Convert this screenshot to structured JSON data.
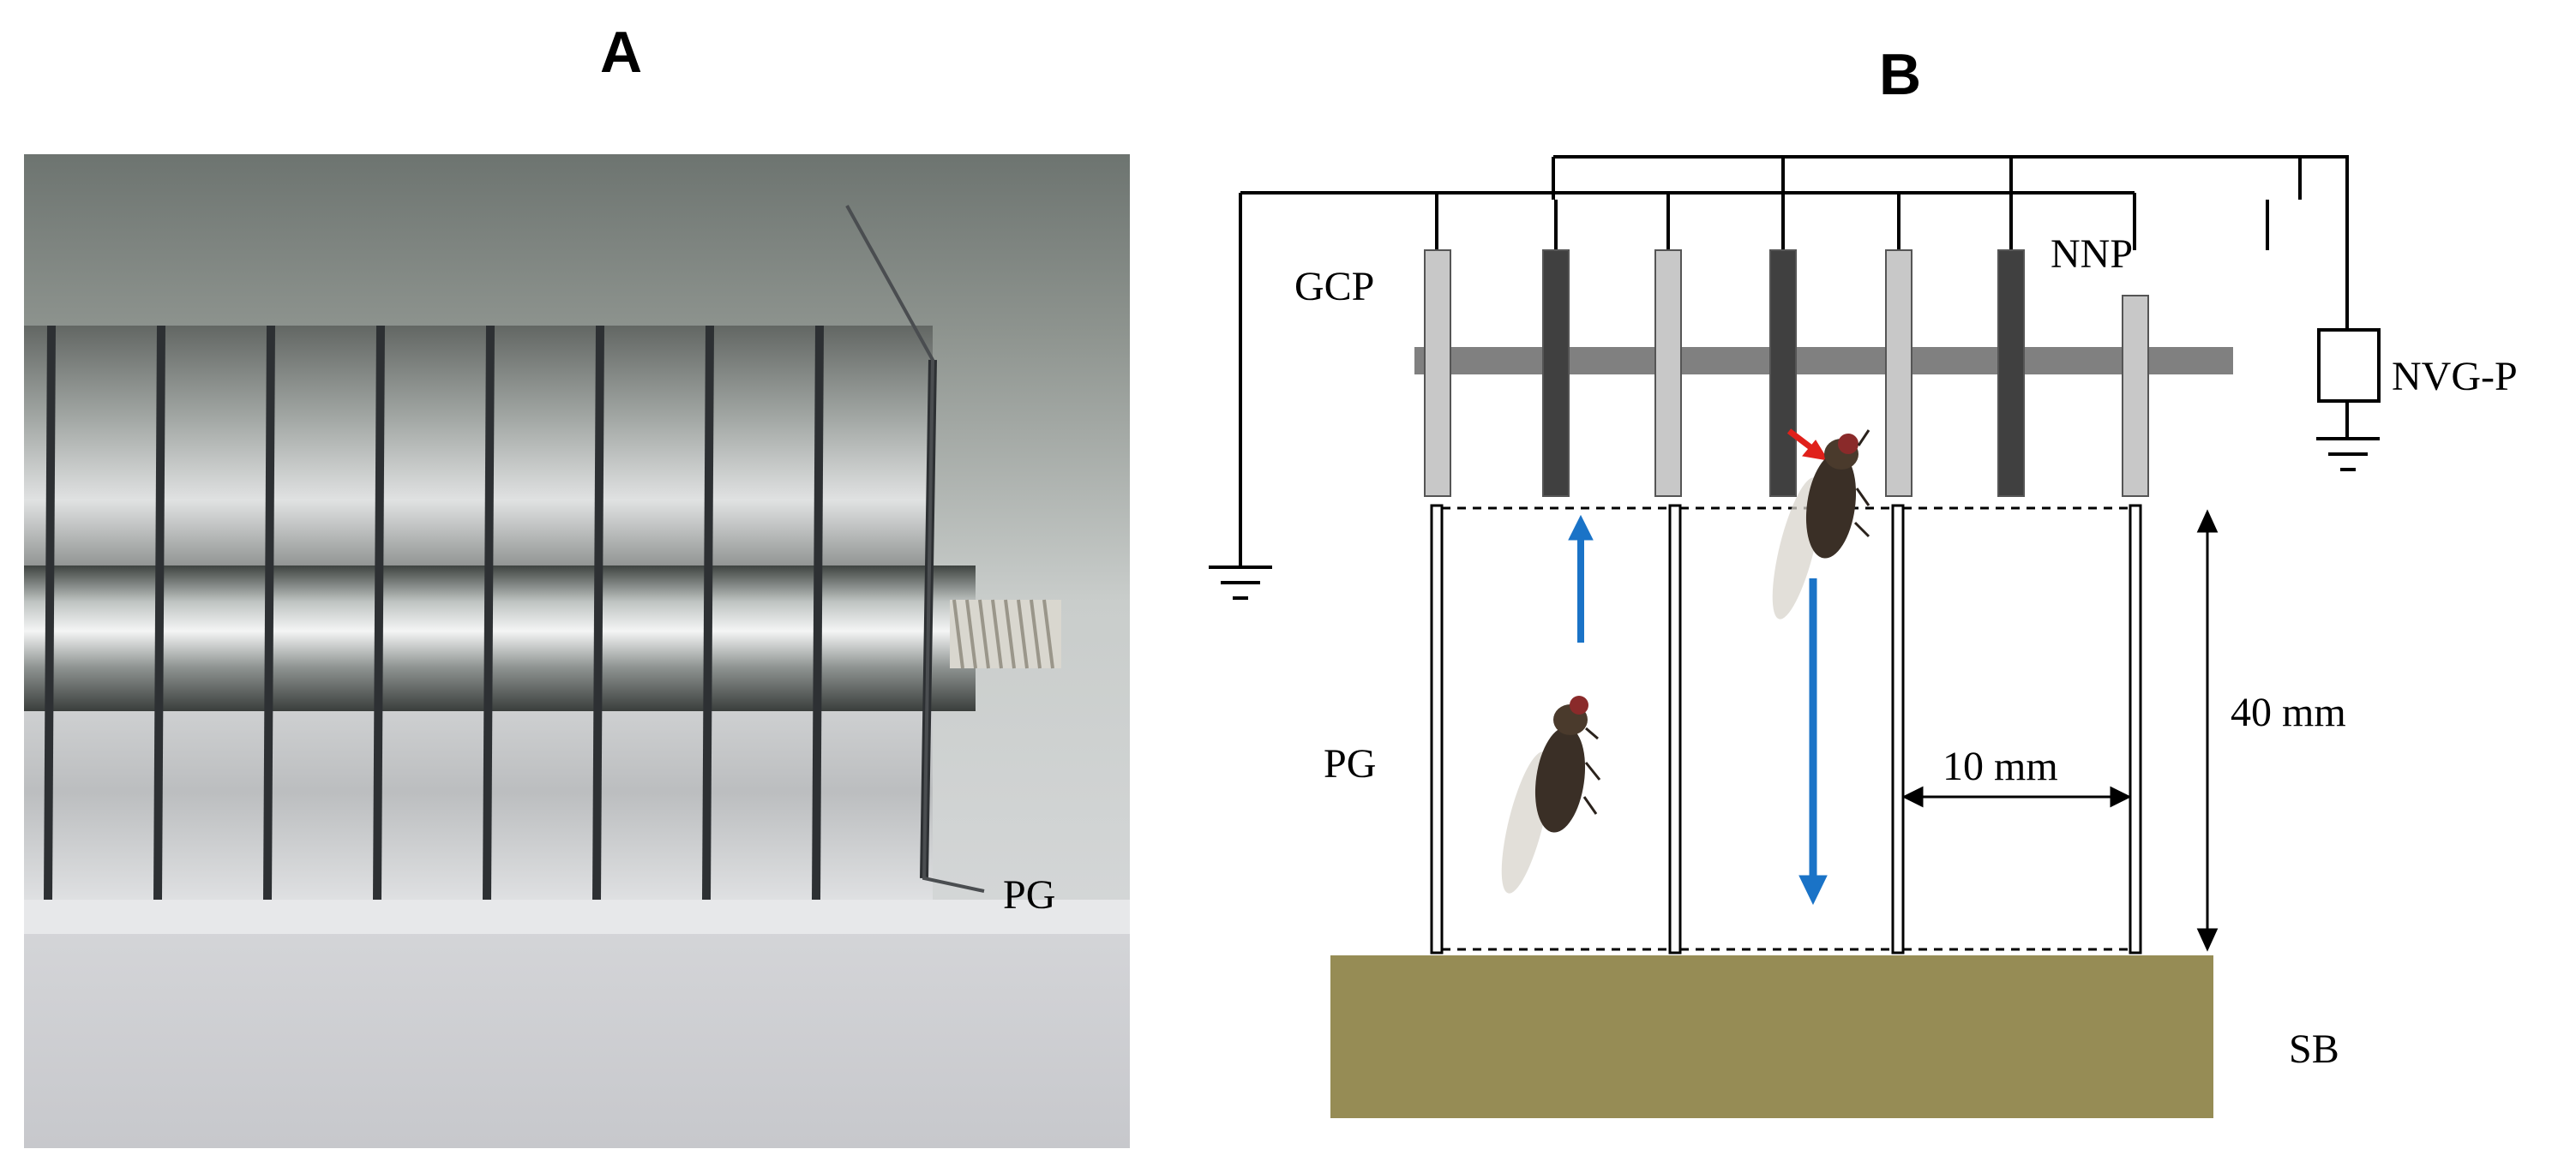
{
  "panel_a": {
    "letter": "A",
    "label_pg": "PG"
  },
  "panel_b": {
    "letter": "B",
    "label_gcp": "GCP",
    "label_nnp": "NNP",
    "label_nvgp": "NVG-P",
    "label_pg": "PG",
    "label_sb": "SB",
    "label_gap": "10 mm",
    "label_height": "40 mm",
    "colors": {
      "grounded_pole": "#c8c8c8",
      "charged_pole": "#404040",
      "rod": "#808080",
      "substrate_block": "#968c55",
      "arrow_blue": "#1a73c7",
      "arrow_red": "#e0201a"
    }
  }
}
